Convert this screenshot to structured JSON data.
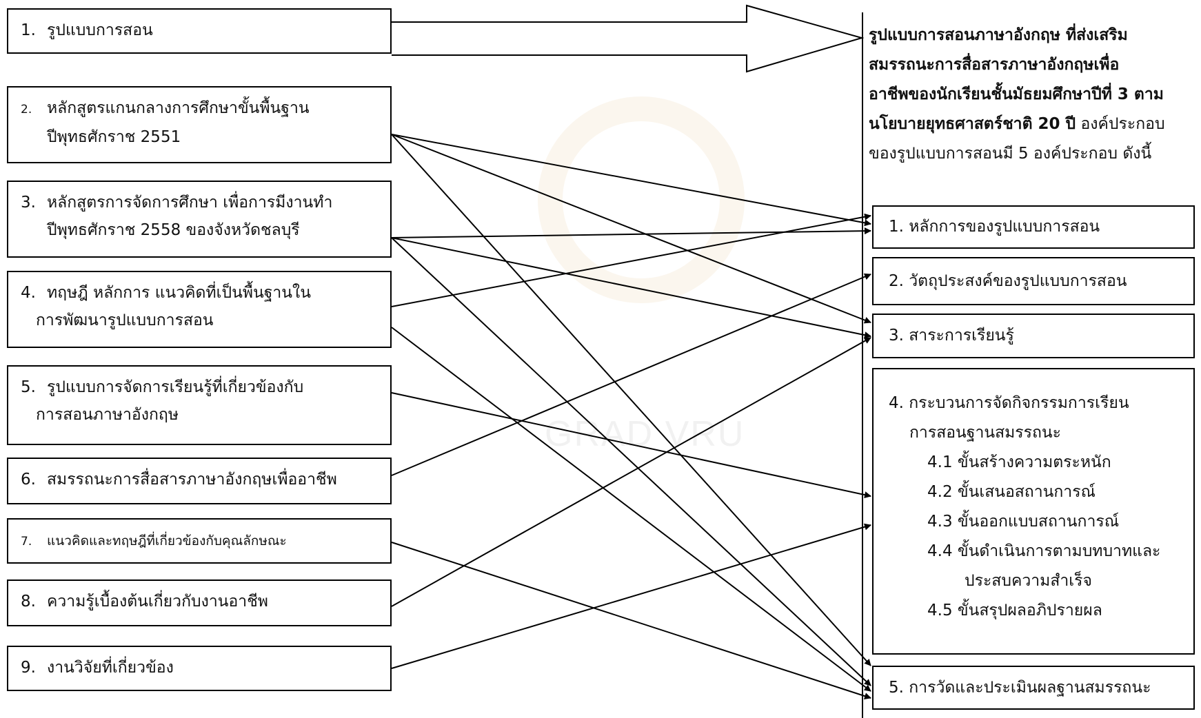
{
  "left_items": [
    {
      "num": "1.",
      "lines": [
        "รูปแบบการสอน"
      ]
    },
    {
      "num": "2.",
      "lines": [
        "หลักสูตรแกนกลางการศึกษาขั้นพื้นฐาน",
        "ปีพุทธศักราช 2551"
      ]
    },
    {
      "num": "3.",
      "lines": [
        "หลักสูตรการจัดการศึกษา เพื่อการมีงานทำ",
        "ปีพุทธศักราช 2558 ของจังหวัดชลบุรี"
      ]
    },
    {
      "num": "4.",
      "lines": [
        "ทฤษฎี หลักการ แนวคิดที่เป็นพื้นฐานใน",
        "การพัฒนารูปแบบการสอน"
      ]
    },
    {
      "num": "5.",
      "lines": [
        "รูปแบบการจัดการเรียนรู้ที่เกี่ยวข้องกับ",
        "การสอนภาษาอังกฤษ"
      ]
    },
    {
      "num": "6.",
      "lines": [
        "สมรรถนะการสื่อสารภาษาอังกฤษเพื่ออาชีพ"
      ]
    },
    {
      "num": "7.",
      "lines": [
        "แนวคิดและทฤษฎีที่เกี่ยวข้องกับคุณลักษณะ"
      ]
    },
    {
      "num": "8.",
      "lines": [
        "ความรู้เบื้องต้นเกี่ยวกับงานอาชีพ"
      ]
    },
    {
      "num": "9.",
      "lines": [
        "งานวิจัยที่เกี่ยวข้อง"
      ]
    }
  ],
  "title": {
    "bold_1": "รูปแบบการสอนภาษาอังกฤษ ที่ส่งเสริม",
    "bold_2": "สมรรถนะการสื่อสารภาษาอังกฤษเพื่อ",
    "bold_3": "อาชีพของนักเรียนชั้นมัธยมศึกษาปีที่ 3 ตาม",
    "bold_4": "นโยบายยุทธศาสตร์ชาติ 20 ปี",
    "normal_4": " องค์ประกอบ",
    "normal_5": "ของรูปแบบการสอนมี  5 องค์ประกอบ ดังนี้"
  },
  "components": {
    "c1": "1.  หลักการของรูปแบบการสอน",
    "c2": "2.  วัตถุประสงค์ของรูปแบบการสอน",
    "c3": "3.  สาระการเรียนรู้",
    "c4_line1": "4.  กระบวนการจัดกิจกรรมการเรียน",
    "c4_line2": "การสอนฐานสมรรถนะ",
    "c4_steps": [
      "4.1  ขั้นสร้างความตระหนัก",
      "4.2  ขั้นเสนอสถานการณ์",
      "4.3 ขั้นออกแบบสถานการณ์",
      "4.4  ขั้นดำเนินการตามบทบาทและ"
    ],
    "c4_step4_cont": "ประสบความสำเร็จ",
    "c4_step5": "4.5  ขั้นสรุปผลอภิปรายผล",
    "c5": "5.  การวัดและประเมินผลฐานสมรรถนะ"
  },
  "watermark": "GRAD VRU"
}
